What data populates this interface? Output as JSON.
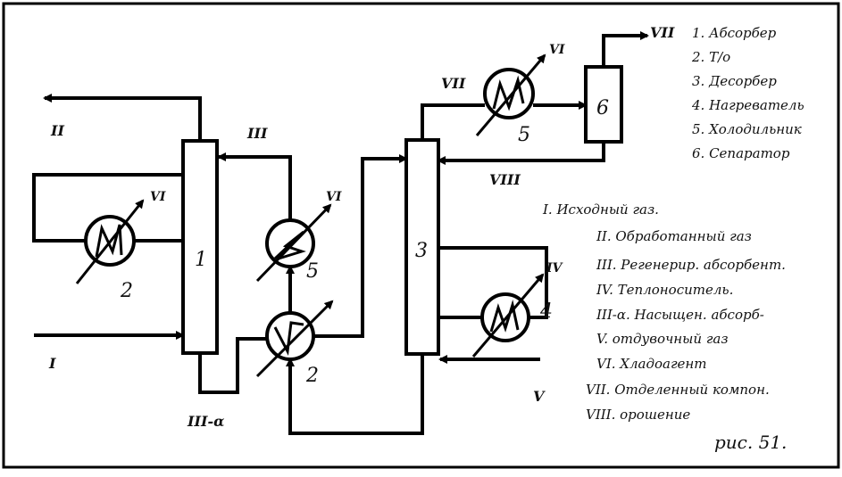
{
  "units": {
    "absorber": "1",
    "to_exchanger": "2",
    "to_exchanger_left": "2",
    "desorber": "3",
    "heater": "4",
    "cooler_mid": "5",
    "cooler_top": "5",
    "separator": "6"
  },
  "streams": {
    "feed_gas": "I",
    "treated_gas": "II",
    "regen_absorbent": "III",
    "coolant_left": "VI",
    "coolant_mid": "VI",
    "coolant_top": "VI",
    "heat_carrier": "IV",
    "saturated_absorbent": "III-α",
    "stripping_gas": "V",
    "separated_component": "VII",
    "separated_component_out": "VII",
    "reflux": "VIII"
  },
  "legend": [
    "1. Абсорбер",
    "2. Т/о",
    "3. Десорбер",
    "4. Нагреватель",
    "5. Холодильник",
    "6. Сепаратор",
    "I. Исходный газ.",
    "II. Обработанный газ",
    "III. Регенерир. абсорбент.",
    "IV. Теплоноситель.",
    "III-α. Насыщен. абсорб-",
    "V. отдувочный газ",
    "VI. Хладоагент",
    "VII. Отделенный компон.",
    "VIII. орошение"
  ],
  "caption": "рис. 51."
}
